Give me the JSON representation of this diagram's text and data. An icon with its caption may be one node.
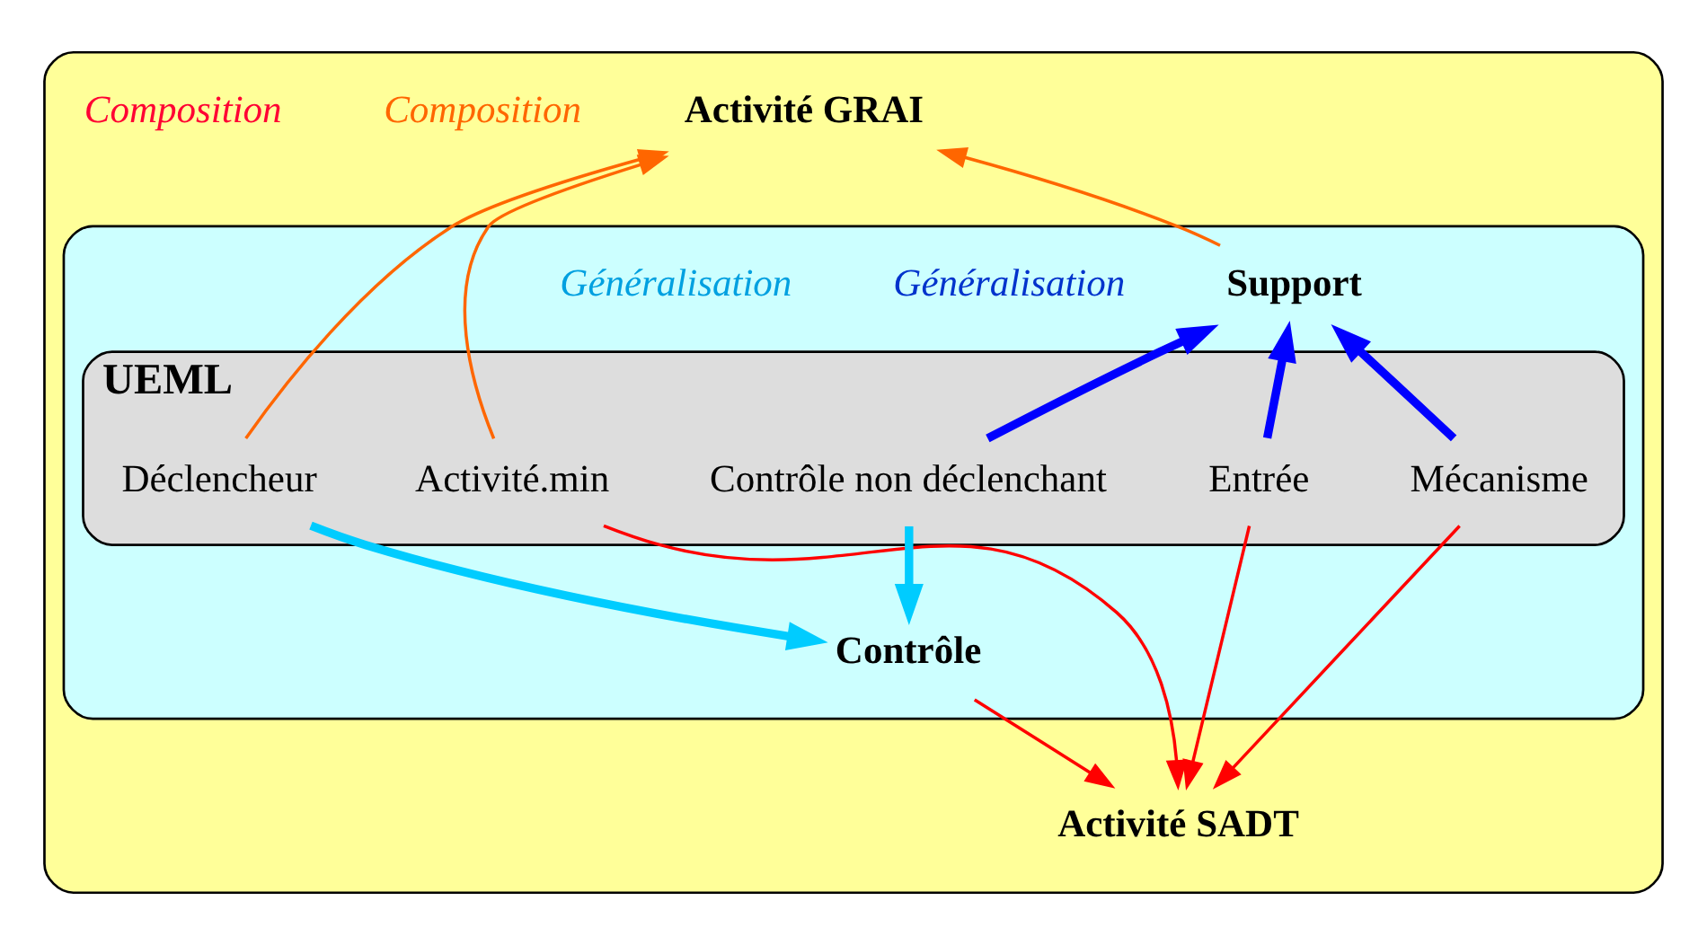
{
  "diagram": {
    "nodes": [
      {
        "text": [],
        "shape": "ellipse"
      },
      {
        "text": [],
        "shape": "ellipse",
        "in": 0
      },
      {
        "text": [
          "UEML"
        ],
        "in": 1
      },
      {
        "text": [
          "Activité GRAI"
        ],
        "in": 0
      },
      {
        "text": [
          "Support"
        ],
        "in": 1
      },
      {
        "text": [
          "Contrôle"
        ],
        "in": 1
      },
      {
        "text": [
          "Activité SADT"
        ],
        "in": 0
      },
      {
        "text": [
          "Activité.min"
        ],
        "in": 2
      },
      {
        "text": [
          "Déclencheur"
        ],
        "in": 2
      },
      {
        "text": [
          "Contrôle non déclenchant"
        ],
        "in": 2
      },
      {
        "text": [
          "Entrée"
        ],
        "in": 2
      },
      {
        "text": [
          "Mécanisme"
        ],
        "in": 2
      }
    ],
    "edges": [
      {
        "from": 7,
        "to": 3,
        "arrow": "to",
        "color": "#ff6600"
      },
      {
        "from": 8,
        "to": 3,
        "arrow": "to",
        "color": "#ff6600"
      },
      {
        "from": 4,
        "to": 3,
        "arrow": "to",
        "color": "#ff6600"
      },
      {
        "from": 9,
        "to": 4,
        "arrow": "to",
        "style": "thick",
        "color": "#0000ff"
      },
      {
        "from": 10,
        "to": 4,
        "arrow": "to",
        "style": "thick",
        "color": "#0000ff"
      },
      {
        "from": 11,
        "to": 4,
        "arrow": "to",
        "style": "thick",
        "color": "#0000ff"
      },
      {
        "from": 8,
        "to": 5,
        "arrow": "to",
        "style": "thick",
        "color": "#00ccff"
      },
      {
        "from": 9,
        "to": 5,
        "arrow": "to",
        "style": "thick",
        "color": "#00ccff"
      },
      {
        "from": 7,
        "to": 6,
        "arrow": "to"
      },
      {
        "from": 10,
        "to": 6,
        "arrow": "to"
      },
      {
        "from": 5,
        "to": 6,
        "arrow": "to"
      },
      {
        "from": 11,
        "to": 6,
        "arrow": "to"
      }
    ],
    "labels": [
      "Composition",
      "Généralisation",
      "Généralisation",
      "Composition"
    ]
  }
}
